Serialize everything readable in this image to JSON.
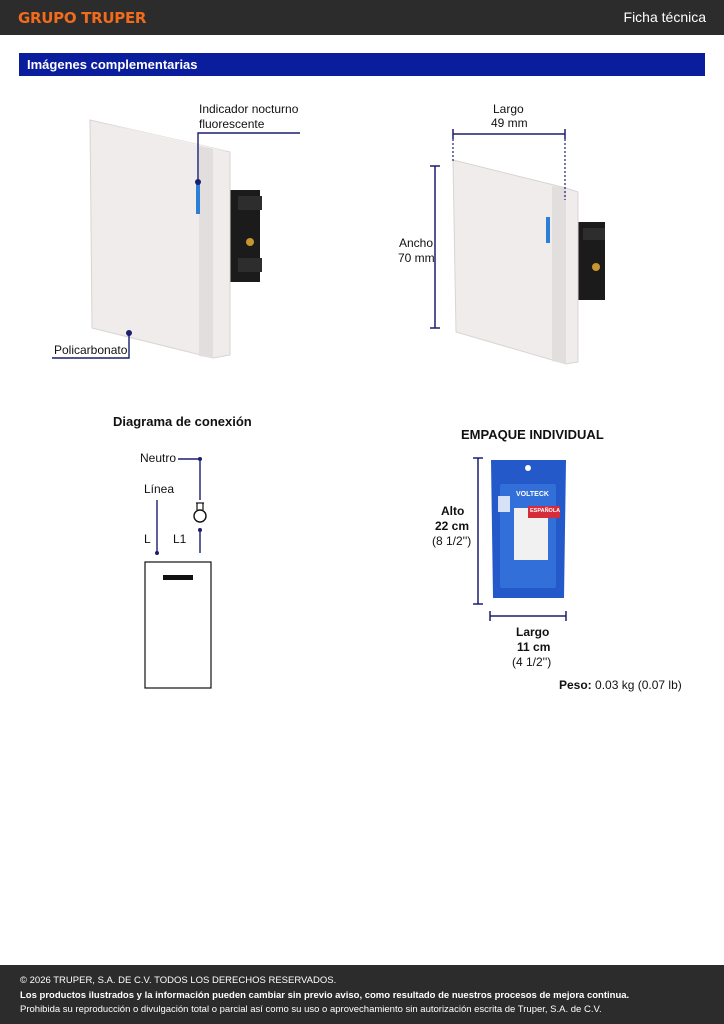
{
  "header": {
    "brand": "GRUPO TRUPER",
    "doc_type": "Ficha técnica"
  },
  "section": {
    "title": "Imágenes complementarias"
  },
  "product_view": {
    "indicator_label_1": "Indicador nocturno",
    "indicator_label_2": "fluorescente",
    "material_label": "Policarbonato"
  },
  "dimensions_view": {
    "length_label": "Largo",
    "length_value": "49 mm",
    "width_label": "Ancho",
    "width_value": "70 mm"
  },
  "diagram": {
    "title": "Diagrama de conexión",
    "neutral_label": "Neutro",
    "line_label": "Línea",
    "terminal_l": "L",
    "terminal_l1": "L1"
  },
  "package": {
    "title": "EMPAQUE INDIVIDUAL",
    "brand_on_pack": "VOLTECK",
    "pack_tag": "ESPAÑOLA",
    "height_label": "Alto",
    "height_value": "22 cm",
    "height_inches": "(8 1/2'')",
    "length_label": "Largo",
    "length_value": "11 cm",
    "length_inches": "(4 1/2'')",
    "weight_label": "Peso:",
    "weight_value": "0.03 kg (0.07 lb)"
  },
  "footer": {
    "copyright": "© 2026 TRUPER, S.A. DE C.V. TODOS LOS DERECHOS RESERVADOS.",
    "notice": "Los productos ilustrados y la información pueden cambiar sin previo aviso, como resultado de nuestros procesos de mejora continua.",
    "prohibition": "Prohibida su reproducción o divulgación total o parcial así como su uso o aprovechamiento sin autorización escrita de Truper, S.A. de C.V."
  },
  "colors": {
    "accent_orange": "#f26b1d",
    "section_blue": "#0a1d9c",
    "dimension_navy": "#1a1f6e",
    "indicator_blue": "#2b7fd6",
    "dark_bar": "#2c2c2c"
  }
}
